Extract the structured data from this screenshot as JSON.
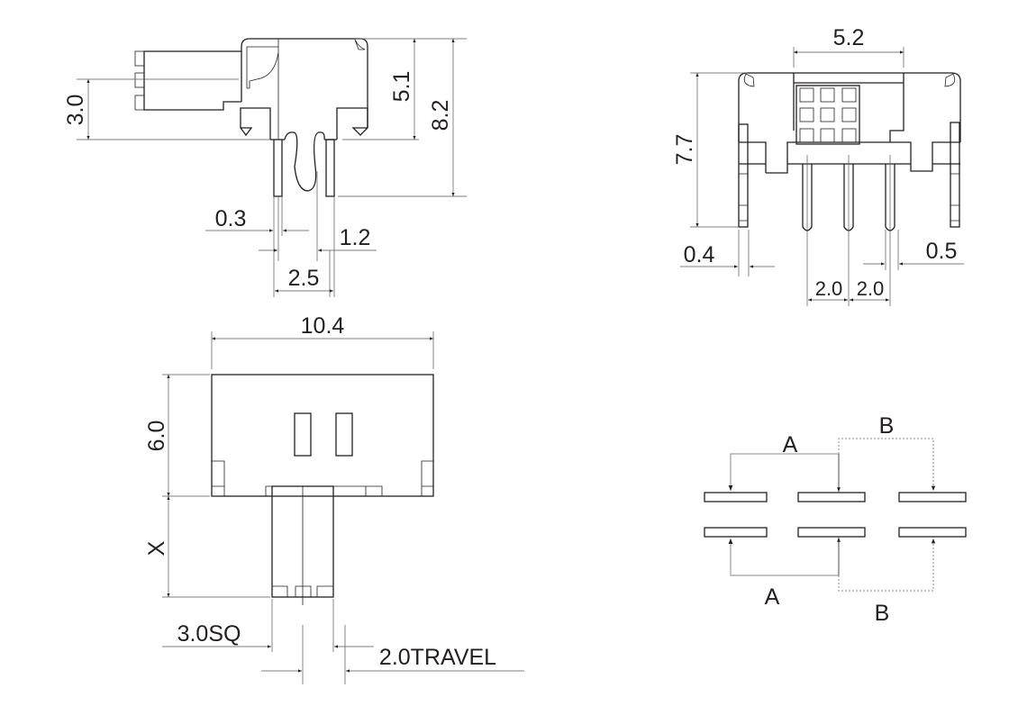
{
  "side_view": {
    "dim_actuator_height": "3.0",
    "dim_body_height": "5.1",
    "dim_total_height": "8.2",
    "dim_pin_width": "0.3",
    "dim_pin_gap": "1.2",
    "dim_pin_pitch": "2.5"
  },
  "front_view": {
    "dim_slider_width": "5.2",
    "dim_height": "7.7",
    "dim_side_pin": "0.4",
    "dim_pin_width": "0.5",
    "dim_pitch_1": "2.0",
    "dim_pitch_2": "2.0"
  },
  "top_view": {
    "dim_width": "10.4",
    "dim_depth": "6.0",
    "dim_actuator_length": "X",
    "dim_actuator_size": "3.0SQ",
    "dim_travel": "2.0TRAVEL"
  },
  "schematic": {
    "label_a_top": "A",
    "label_b_top": "B",
    "label_a_bottom": "A",
    "label_b_bottom": "B"
  }
}
